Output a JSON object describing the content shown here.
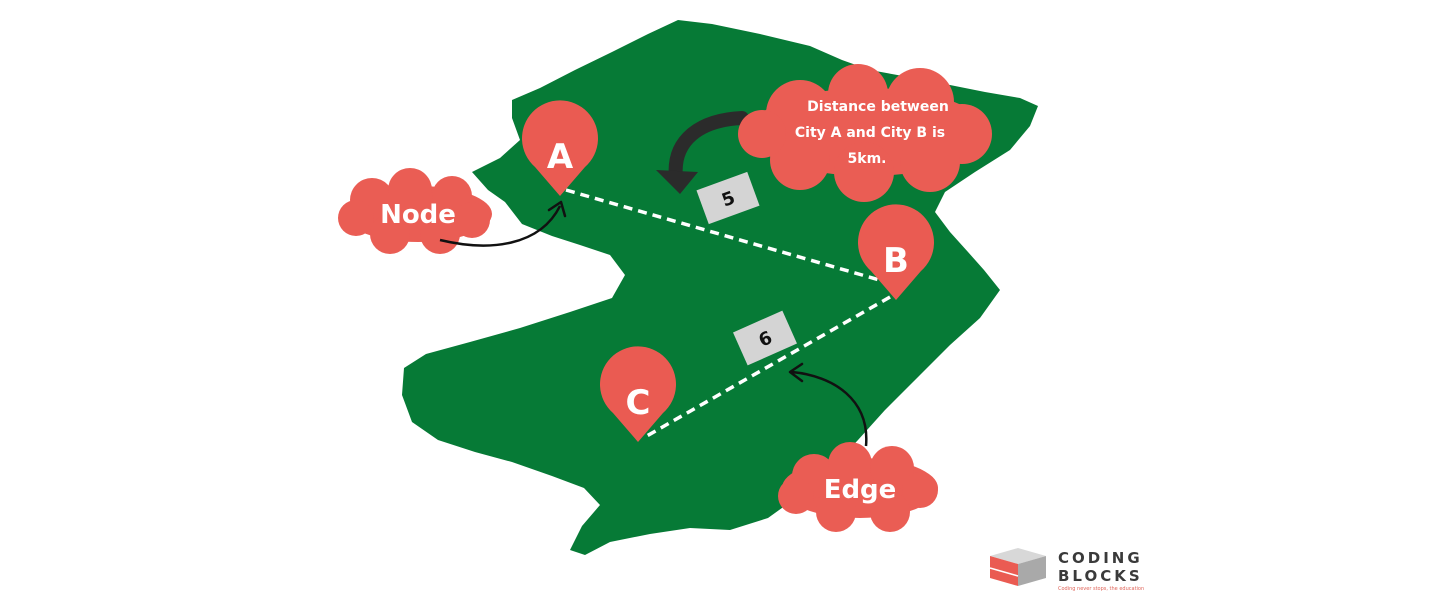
{
  "nodes": [
    {
      "id": "A",
      "label": "A"
    },
    {
      "id": "B",
      "label": "B"
    },
    {
      "id": "C",
      "label": "C"
    }
  ],
  "edges": [
    {
      "from": "A",
      "to": "B",
      "weight": "5"
    },
    {
      "from": "B",
      "to": "C",
      "weight": "6"
    }
  ],
  "callouts": {
    "node": "Node",
    "edge": "Edge",
    "distance_lines": [
      "Distance between",
      "City A and City B is",
      "5km."
    ]
  },
  "logo": {
    "line1": "CODING",
    "line2": "BLOCKS",
    "tagline": "Coding never stops, the education"
  },
  "colors": {
    "land": "#067a36",
    "pin": "#ea5b52",
    "cloud": "#ea5d54",
    "weight_box": "#d4d4d4",
    "edge_line": "#ffffff"
  }
}
